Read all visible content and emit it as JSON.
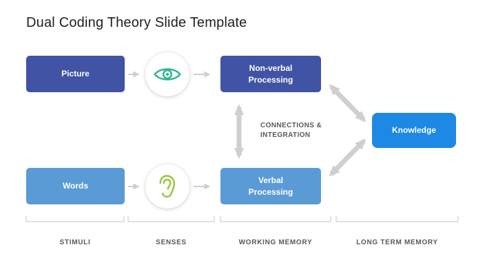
{
  "title": "Dual Coding Theory Slide Template",
  "diagram": {
    "nodes": {
      "picture": {
        "label": "Picture"
      },
      "words": {
        "label": "Words"
      },
      "nonverbal": {
        "label": "Non-verbal Processing"
      },
      "verbal": {
        "label": "Verbal Processing"
      },
      "knowledge": {
        "label": "Knowledge"
      }
    },
    "connections_label": "CONNECTIONS & INTEGRATION",
    "icons": {
      "top_sense": "eye-icon",
      "bottom_sense": "ear-icon"
    }
  },
  "stages": [
    {
      "label": "STIMULI"
    },
    {
      "label": "SENSES"
    },
    {
      "label": "WORKING MEMORY"
    },
    {
      "label": "LONG TERM MEMORY"
    }
  ],
  "colors": {
    "title_color": "#1f1f1f",
    "primary_dark": "#4053a4",
    "primary_light": "#5b9bd5",
    "knowledge_blue": "#1e88e5",
    "arrow_gray": "#cfcfcf",
    "bracket_gray": "#d9d9d9",
    "label_gray": "#595959",
    "eye_green": "#2bb691",
    "ear_green": "#97c93e"
  }
}
